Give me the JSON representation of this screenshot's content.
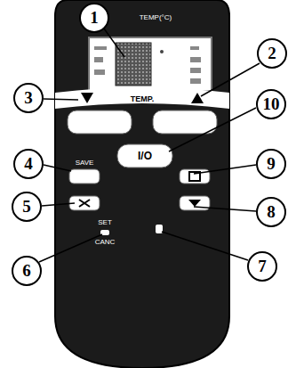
{
  "diagram": {
    "labels": [
      "1",
      "2",
      "3",
      "10",
      "4",
      "9",
      "5",
      "8",
      "6",
      "7",
      "TEMP(°C)",
      "TEMP.",
      "I/O",
      "SAVE",
      "SET",
      "CANC"
    ]
  }
}
